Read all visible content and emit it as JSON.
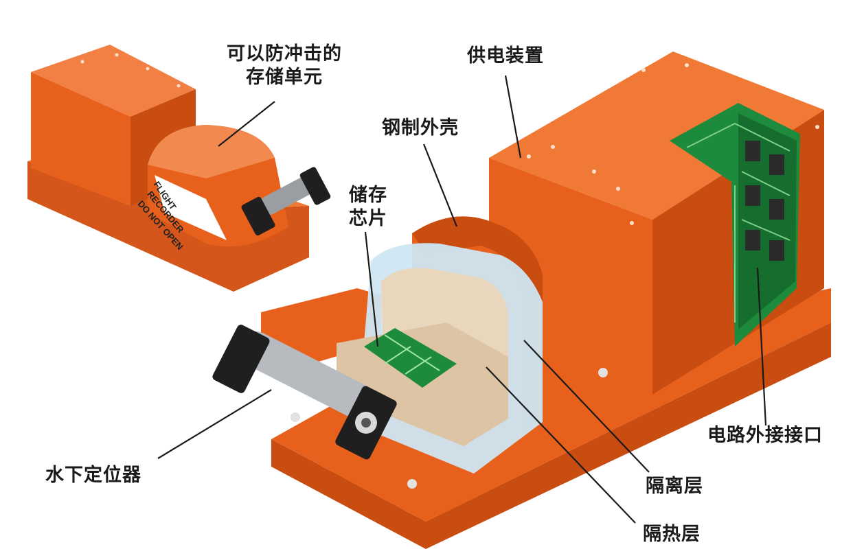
{
  "diagram": {
    "labels": {
      "impact_unit": [
        "可以防冲击的",
        "存储单元"
      ],
      "power_supply": "供电装置",
      "steel_shell": "钢制外壳",
      "memory_chip": [
        "储存",
        "芯片"
      ],
      "external_interface": "电路外接接口",
      "underwater_locator": "水下定位器",
      "isolation_layer": "隔离层",
      "thermal_layer": "隔热层"
    },
    "unit_sticker_text": [
      "FLIGHT",
      "RECORDER",
      "DO NOT OPEN"
    ],
    "colors": {
      "housing_orange": "#e8611c",
      "housing_dark": "#c94c10",
      "housing_light": "#f07a35",
      "pcb_green": "#1d8a3c",
      "insulation_blue": "#cfe6f2",
      "thermal_beige": "#e9d7bd",
      "locator_gray": "#9a9ea3",
      "leader_line": "#1a1a1a"
    }
  }
}
